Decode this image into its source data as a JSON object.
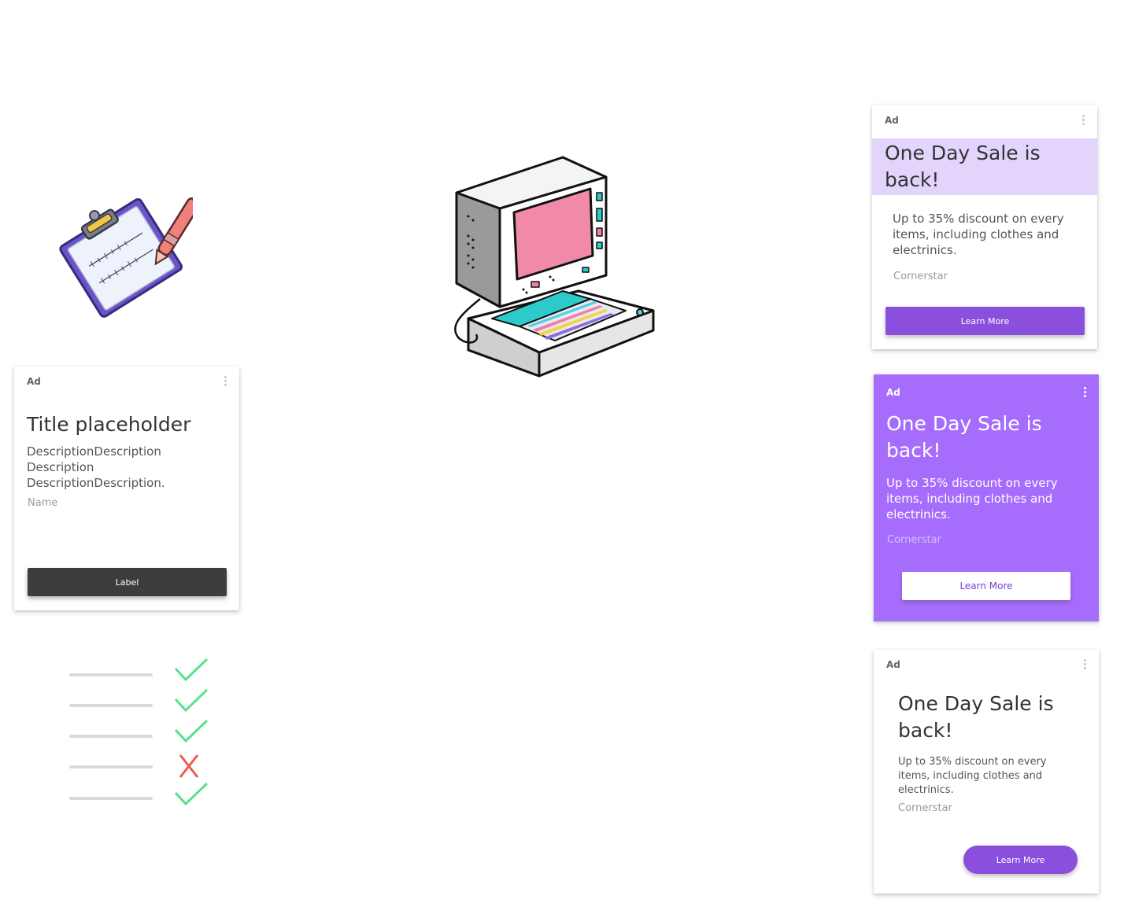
{
  "colors": {
    "purple": "#a66dfc",
    "purple_button": "#8a4fdc",
    "lavender": "#e3d4fc",
    "dark_button": "#3d3d3d",
    "check_green": "#55e38a",
    "cross_red": "#f05a4e",
    "line_gray": "#d9d9d9"
  },
  "icons": {
    "clipboard": "clipboard-pen-icon",
    "computer": "retro-computer-icon",
    "check": "checkmark-icon",
    "cross": "cross-icon",
    "menu": "more-vertical-icon"
  },
  "card_left": {
    "ad": "Ad",
    "title": "Title placeholder",
    "description": "DescriptionDescription Description DescriptionDescription.",
    "name": "Name",
    "button": "Label"
  },
  "card_right_1": {
    "ad": "Ad",
    "title": "One Day Sale is back!",
    "description": "Up to 35% discount on every items, including clothes and electrinics.",
    "name": "Cornerstar",
    "button": "Learn More"
  },
  "card_right_2": {
    "ad": "Ad",
    "title": "One Day Sale is back!",
    "description": "Up to 35% discount on every items, including clothes and electrinics.",
    "name": "Cornerstar",
    "button": "Learn More"
  },
  "card_right_3": {
    "ad": "Ad",
    "title": "One Day Sale is back!",
    "description": "Up to 35% discount on every items, including clothes and electrinics.",
    "name": "Cornerstar",
    "button": "Learn More"
  },
  "checklist": [
    "check",
    "check",
    "check",
    "cross",
    "check"
  ]
}
